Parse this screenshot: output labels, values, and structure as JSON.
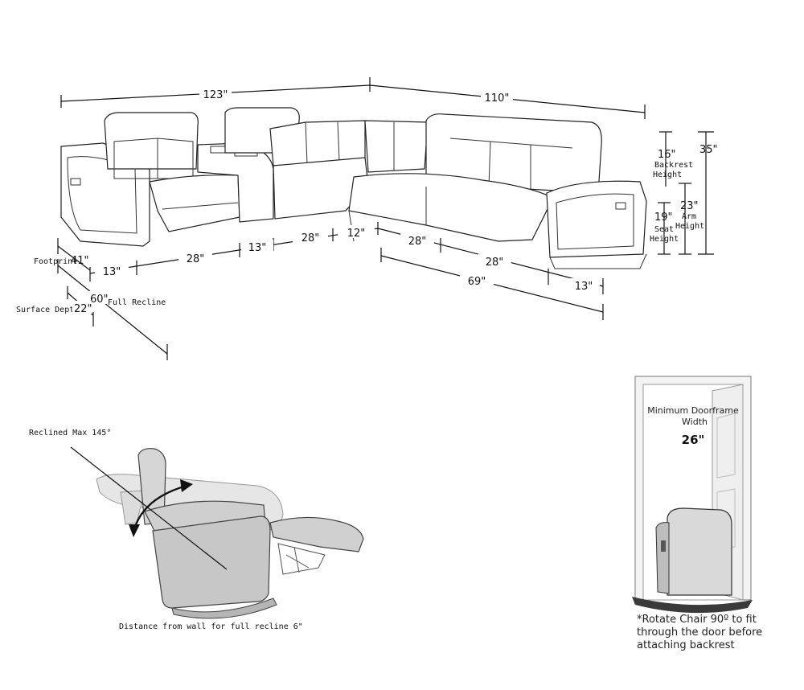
{
  "sectional": {
    "overall_left": "123\"",
    "overall_right": "110\"",
    "backrest_height": "16\"",
    "backrest_label_1": "Backrest",
    "backrest_label_2": "Height",
    "total_height": "35\"",
    "arm_height": "23\"",
    "arm_label_1": "Arm",
    "arm_label_2": "Height",
    "seat_height": "19\"",
    "seat_label_1": "Seat",
    "seat_label_2": "Height",
    "footprint_label": "Footprint",
    "footprint_value": "41\"",
    "full_recline_value": "60\"",
    "full_recline_label": "Full Recline",
    "surface_depth_label": "Surface Depth",
    "surface_depth_value": "22\"",
    "left_arm": "13\"",
    "left_seat": "28\"",
    "console": "13\"",
    "corner_left_seat": "28\"",
    "corner": "12\"",
    "right_seat_1": "28\"",
    "right_seat_2": "28\"",
    "right_arm": "13\"",
    "right_total": "69\""
  },
  "recliner": {
    "angle_label": "Reclined Max 145°",
    "wall_caption": "Distance from wall for full recline 6\""
  },
  "door": {
    "title_1": "Minimum Doorframe",
    "title_2": "Width",
    "width": "26\"",
    "note_1": "*Rotate Chair 90º to fit",
    "note_2": "through the door before",
    "note_3": "attaching backrest"
  }
}
